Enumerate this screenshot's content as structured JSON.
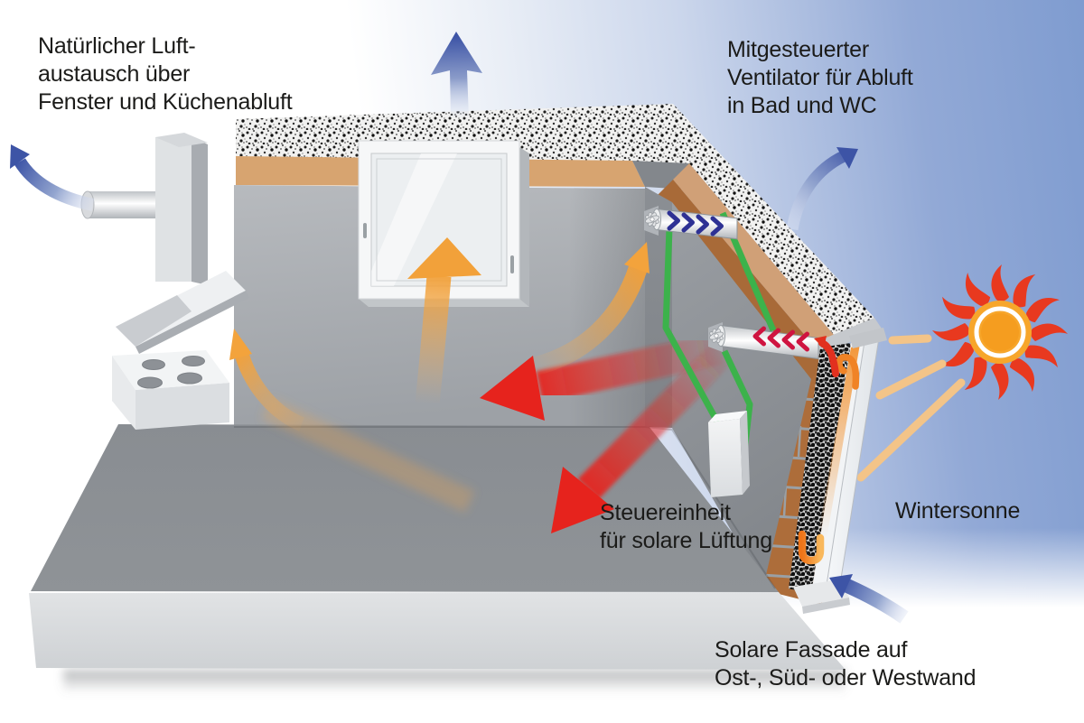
{
  "diagram": {
    "labels": {
      "natural_exchange": {
        "lines": [
          "Natürlicher Luft-",
          "austausch über",
          "Fenster und Küchenabluft"
        ]
      },
      "fan_exhaust": {
        "lines": [
          "Mitgesteuerter",
          "Ventilator für Abluft",
          "in Bad und WC"
        ]
      },
      "control_unit": {
        "lines": [
          "Steuereinheit",
          "für solare Lüftung"
        ]
      },
      "winter_sun": {
        "lines": [
          "Wintersonne"
        ]
      },
      "solar_facade": {
        "lines": [
          "Solare Fassade auf",
          "Ost-, Süd- oder Westwand"
        ]
      }
    },
    "colors": {
      "sky_blue": "#7f9cd0",
      "arrow_blue": "#3d54a6",
      "arrow_orange": "#f2a13a",
      "arrow_red": "#e6231d",
      "wire_green": "#3cb24b",
      "chevron_exhaust_blue": "#2e3194",
      "chevron_intake_red": "#cf1440",
      "sun_core": "#f7a62b",
      "sun_flames": "#e8391f",
      "brick": "#ad6d3a",
      "wood_band": "#d7a470",
      "concrete_speckle": "#f1f1f0"
    }
  }
}
